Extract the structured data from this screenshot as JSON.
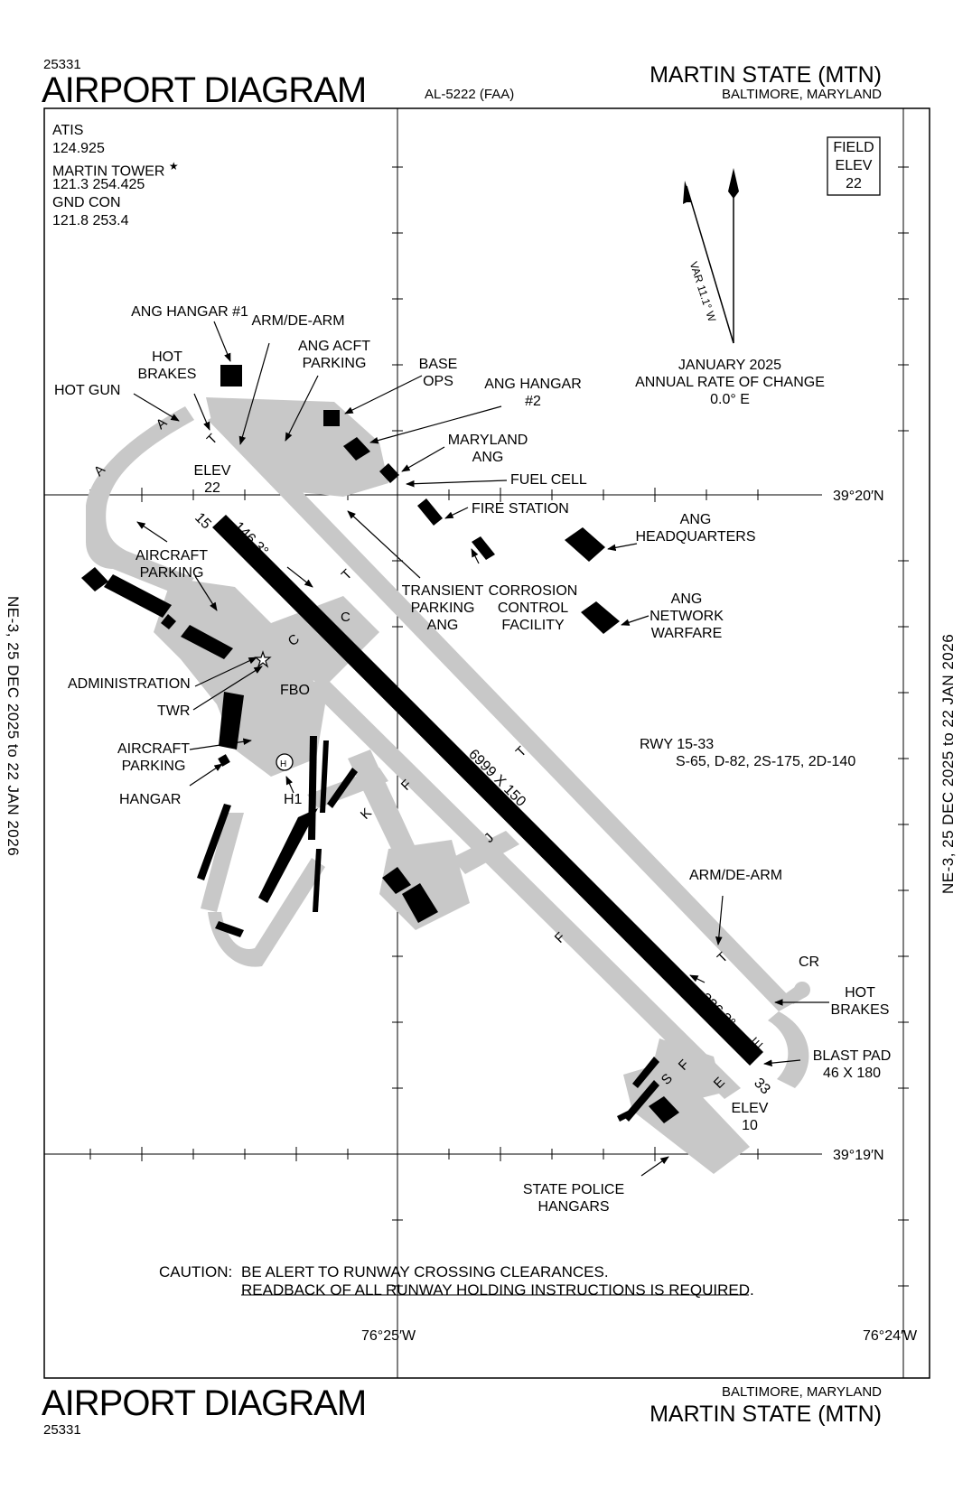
{
  "header": {
    "chart_id_top": "25331",
    "title_top": "AIRPORT DIAGRAM",
    "doc_code": "AL-5222 (FAA)",
    "airport_name_top": "MARTIN STATE (MTN)",
    "city_state_top": "BALTIMORE, MARYLAND"
  },
  "footer": {
    "title_bottom": "AIRPORT DIAGRAM",
    "chart_id_bottom": "25331",
    "city_state_bottom": "BALTIMORE, MARYLAND",
    "airport_name_bottom": "MARTIN STATE (MTN)"
  },
  "side_notes": {
    "left": "NE-3, 25 DEC 2025 to 22 JAN 2026",
    "right": "NE-3, 25 DEC 2025 to 22 JAN 2026"
  },
  "frequencies": {
    "atis_label": "ATIS",
    "atis_freq": "124.925",
    "tower_label": "MARTIN TOWER",
    "tower_star": "★",
    "tower_freq": "121.3  254.425",
    "gnd_label": "GND CON",
    "gnd_freq": "121.8  253.4"
  },
  "field_elev": {
    "line1": "FIELD",
    "line2": "ELEV",
    "value": "22"
  },
  "magvar": {
    "var_text": "VAR 11.1° W",
    "date": "JANUARY 2025",
    "rate_label": "ANNUAL RATE OF CHANGE",
    "rate_value": "0.0° E"
  },
  "coordinates": {
    "lat_north": "39°20′N",
    "lat_south": "39°19′N",
    "lon_west": "76°25′W",
    "lon_east": "76°24′W"
  },
  "runway": {
    "designator": "RWY 15-33",
    "strength": "S-65, D-82, 2S-175, 2D-140",
    "dimensions": "6999 X 150",
    "end_15": "15",
    "end_33": "33",
    "heading_15": "146.3°",
    "heading_33": "326.3°",
    "elev_nw_label": "ELEV",
    "elev_nw_value": "22",
    "elev_se_label": "ELEV",
    "elev_se_value": "10",
    "blast_pad_label": "BLAST PAD",
    "blast_pad_dims": "46 X 180"
  },
  "taxiways": [
    "A",
    "A",
    "A",
    "T",
    "T",
    "T",
    "T",
    "C",
    "C",
    "F",
    "F",
    "F",
    "J",
    "K",
    "S",
    "E",
    "E"
  ],
  "labels": {
    "ang_hangar_1": "ANG HANGAR #1",
    "arm_dearm_n": "ARM/DE-ARM",
    "hot_brakes_n": "HOT\nBRAKES",
    "hot_gun": "HOT GUN",
    "ang_acft_parking": "ANG ACFT\nPARKING",
    "base_ops": "BASE\nOPS",
    "ang_hangar_2": "ANG HANGAR\n#2",
    "maryland_ang": "MARYLAND\nANG",
    "fuel_cell": "FUEL CELL",
    "fire_station": "FIRE STATION",
    "ang_hq": "ANG\nHEADQUARTERS",
    "ang_network": "ANG\nNETWORK\nWARFARE",
    "corrosion": "CORROSION\nCONTROL\nFACILITY",
    "transient": "TRANSIENT\nPARKING\nANG",
    "aircraft_parking_1": "AIRCRAFT\nPARKING",
    "administration": "ADMINISTRATION",
    "twr": "TWR",
    "fbo": "FBO",
    "aircraft_parking_2": "AIRCRAFT\nPARKING",
    "hangar": "HANGAR",
    "helipad_label": "H1",
    "helipad_symbol": "H",
    "arm_dearm_s": "ARM/DE-ARM",
    "cr": "CR",
    "hot_brakes_s": "HOT\nBRAKES",
    "state_police": "STATE POLICE\nHANGARS"
  },
  "caution": {
    "prefix": "CAUTION:",
    "line1": "BE ALERT TO RUNWAY CROSSING CLEARANCES.",
    "line2": "READBACK OF ALL RUNWAY HOLDING INSTRUCTIONS IS REQUIRED."
  },
  "colors": {
    "pavement": "#c8c8c8",
    "ink": "#000000",
    "paper": "#ffffff"
  }
}
